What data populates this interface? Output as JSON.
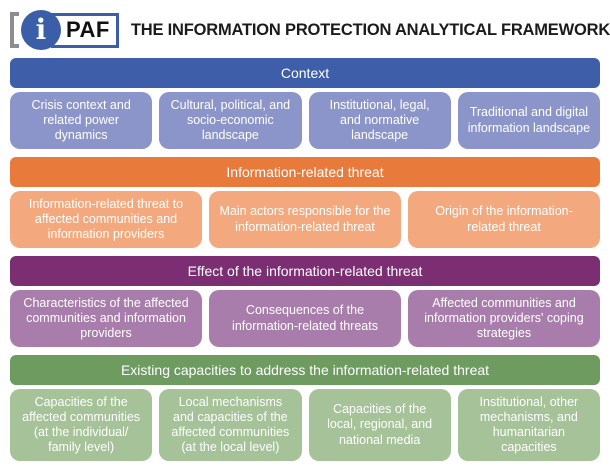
{
  "header": {
    "logo": {
      "i_glyph": "i",
      "paf_label": "PAF"
    },
    "title": "THE INFORMATION PROTECTION ANALYTICAL FRAMEWORK"
  },
  "colors": {
    "logo_blue": "#3a5fa8",
    "bracket_gray": "#8a8d91",
    "title_black": "#1b1b1b"
  },
  "sections": [
    {
      "title": "Context",
      "header_color": "#3f5ea9",
      "box_color": "#8b95c9",
      "boxes": [
        "Crisis context and related power dynamics",
        "Cultural, political, and socio-economic landscape",
        "Institutional, legal, and normative landscape",
        "Traditional and digital information landscape"
      ]
    },
    {
      "title": "Information-related threat",
      "header_color": "#e87b3c",
      "box_color": "#f3a97d",
      "boxes": [
        "Information-related threat to affected communities and information providers",
        "Main actors responsible for the information-related threat",
        "Origin of the information-related threat"
      ]
    },
    {
      "title": "Effect of the information-related threat",
      "header_color": "#7b2e72",
      "box_color": "#a97dab",
      "boxes": [
        "Characteristics of the affected communities and information providers",
        "Consequences of the information-related threats",
        "Affected communities and information providers' coping strategies"
      ]
    },
    {
      "title": "Existing capacities to address the information-related threat",
      "header_color": "#6d9b60",
      "box_color": "#a5c298",
      "boxes": [
        "Capacities of the affected communities (at the individual/ family level)",
        "Local mechanisms and capacities of the affected communities (at the local level)",
        "Capacities of the local, regional, and national media",
        "Institutional, other mechanisms, and humanitarian capacities"
      ]
    }
  ]
}
